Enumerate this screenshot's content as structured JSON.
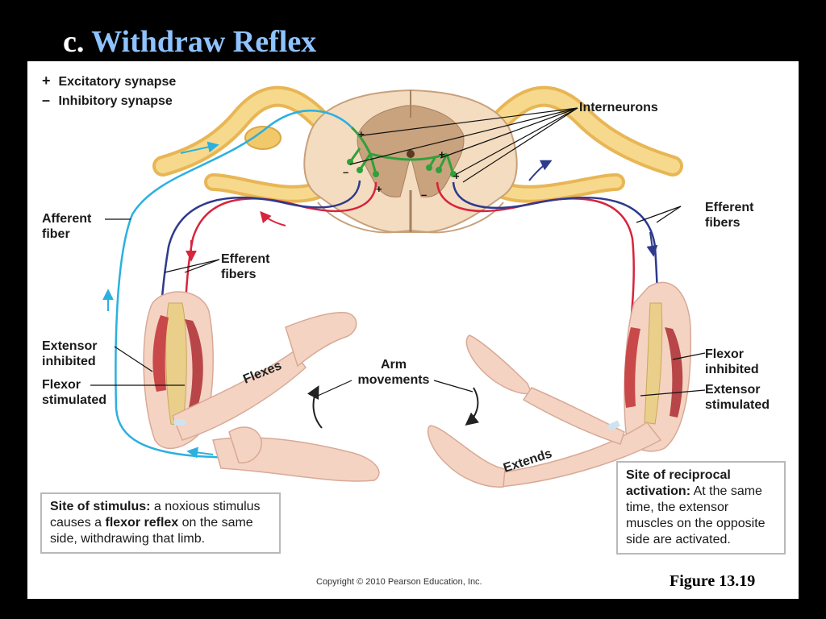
{
  "title": {
    "prefix": "c.",
    "main": "Withdraw Reflex"
  },
  "legend": [
    {
      "symbol": "+",
      "text": "Excitatory synapse"
    },
    {
      "symbol": "–",
      "text": "Inhibitory synapse"
    }
  ],
  "labels": {
    "interneurons": "Interneurons",
    "afferent_fiber_1": "Afferent",
    "afferent_fiber_2": "fiber",
    "efferent_left_1": "Efferent",
    "efferent_left_2": "fibers",
    "efferent_right_1": "Efferent",
    "efferent_right_2": "fibers",
    "extensor_inhibited_1": "Extensor",
    "extensor_inhibited_2": "inhibited",
    "flexor_stimulated_1": "Flexor",
    "flexor_stimulated_2": "stimulated",
    "flexor_inhibited_1": "Flexor",
    "flexor_inhibited_2": "inhibited",
    "extensor_stimulated_1": "Extensor",
    "extensor_stimulated_2": "stimulated",
    "arm_movements_1": "Arm",
    "arm_movements_2": "movements",
    "flexes": "Flexes",
    "extends": "Extends"
  },
  "synapse_signs": {
    "plus": "+",
    "minus": "–"
  },
  "stimulus_box": {
    "heading": "Site of stimulus:",
    "text1": " a noxious stimulus causes a ",
    "bold2": "flexor reflex",
    "text2": " on the same side, withdrawing that limb."
  },
  "reciprocal_box": {
    "heading": "Site of reciprocal activation:",
    "text": " At the same time, the extensor muscles on the opposite side are activated."
  },
  "copyright": "Copyright © 2010 Pearson Education, Inc.",
  "figure_number": "Figure 13.19",
  "colors": {
    "afferent": "#2bb0e0",
    "efferent_red": "#d8243c",
    "efferent_blue": "#2e3a8c",
    "interneuron": "#2fa13a",
    "nerve": "#f2c96a",
    "cord": "#f3dcc0",
    "gray_matter": "#c9a27e",
    "skin": "#f4d3c2",
    "muscle": "#c9484a",
    "bone": "#e9cf8a"
  }
}
